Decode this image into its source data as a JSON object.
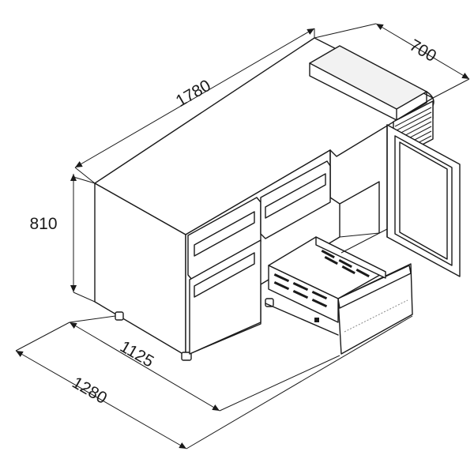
{
  "dimensions": {
    "length": "1780",
    "depth": "700",
    "height": "810",
    "base_inner": "1125",
    "base_outer": "1280"
  }
}
